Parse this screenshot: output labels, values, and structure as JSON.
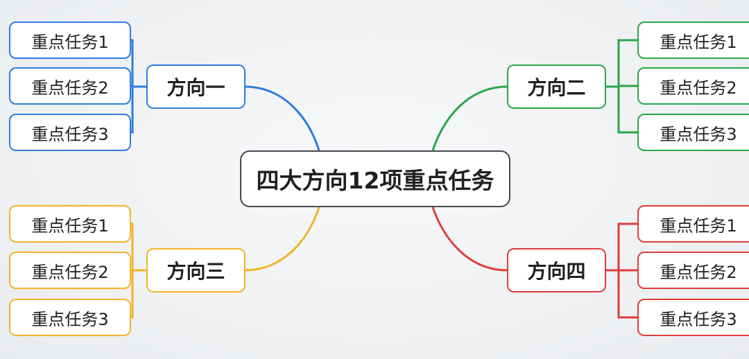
{
  "center": {
    "label": "四大方向12项重点任务"
  },
  "colors": {
    "b1": "#2f7be0",
    "b2": "#27a74a",
    "b3": "#f0b429",
    "b4": "#df3b3b"
  },
  "branches": [
    {
      "label": "方向一",
      "tasks": [
        "重点任务1",
        "重点任务2",
        "重点任务3"
      ]
    },
    {
      "label": "方向二",
      "tasks": [
        "重点任务1",
        "重点任务2",
        "重点任务3"
      ]
    },
    {
      "label": "方向三",
      "tasks": [
        "重点任务1",
        "重点任务2",
        "重点任务3"
      ]
    },
    {
      "label": "方向四",
      "tasks": [
        "重点任务1",
        "重点任务2",
        "重点任务3"
      ]
    }
  ]
}
